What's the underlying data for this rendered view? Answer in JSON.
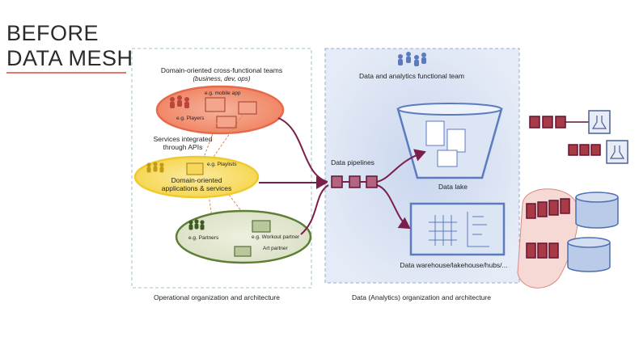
{
  "title_lines": [
    "BEFORE",
    "DATA MESH"
  ],
  "left_panel": {
    "heading": "Domain-oriented cross-functional teams",
    "heading_sub": "(business, dev, ops)",
    "operational_caption": "Operational organization and architecture",
    "red_team": {
      "mobile_label": "e.g. mobile app",
      "players_label": "e.g. Players"
    },
    "services_label_1": "Services integrated",
    "services_label_2": "through APIs",
    "yellow_team": {
      "playlists_label": "e.g. Playlists",
      "main_label_1": "Domain-oriented",
      "main_label_2": "applications & services"
    },
    "green_team": {
      "partners_label": "e.g. Partners",
      "workout_label": "e.g. Workout partner",
      "art_label": "Art partner"
    }
  },
  "right_panel": {
    "team_label": "Data and analytics functional team",
    "pipelines_label": "Data pipelines",
    "lake_label": "Data lake",
    "warehouse_label": "Data warehouse/lakehouse/hubs/...",
    "caption": "Data (Analytics) organization and architecture"
  },
  "colors": {
    "red": "#e56a4c",
    "yellow": "#f0c92d",
    "green": "#5d7f33",
    "blue": "#5c7bbf",
    "arrow": "#7a1f4b",
    "pipeline": "#8b2a3a",
    "accent_rule": "#e8756b"
  }
}
